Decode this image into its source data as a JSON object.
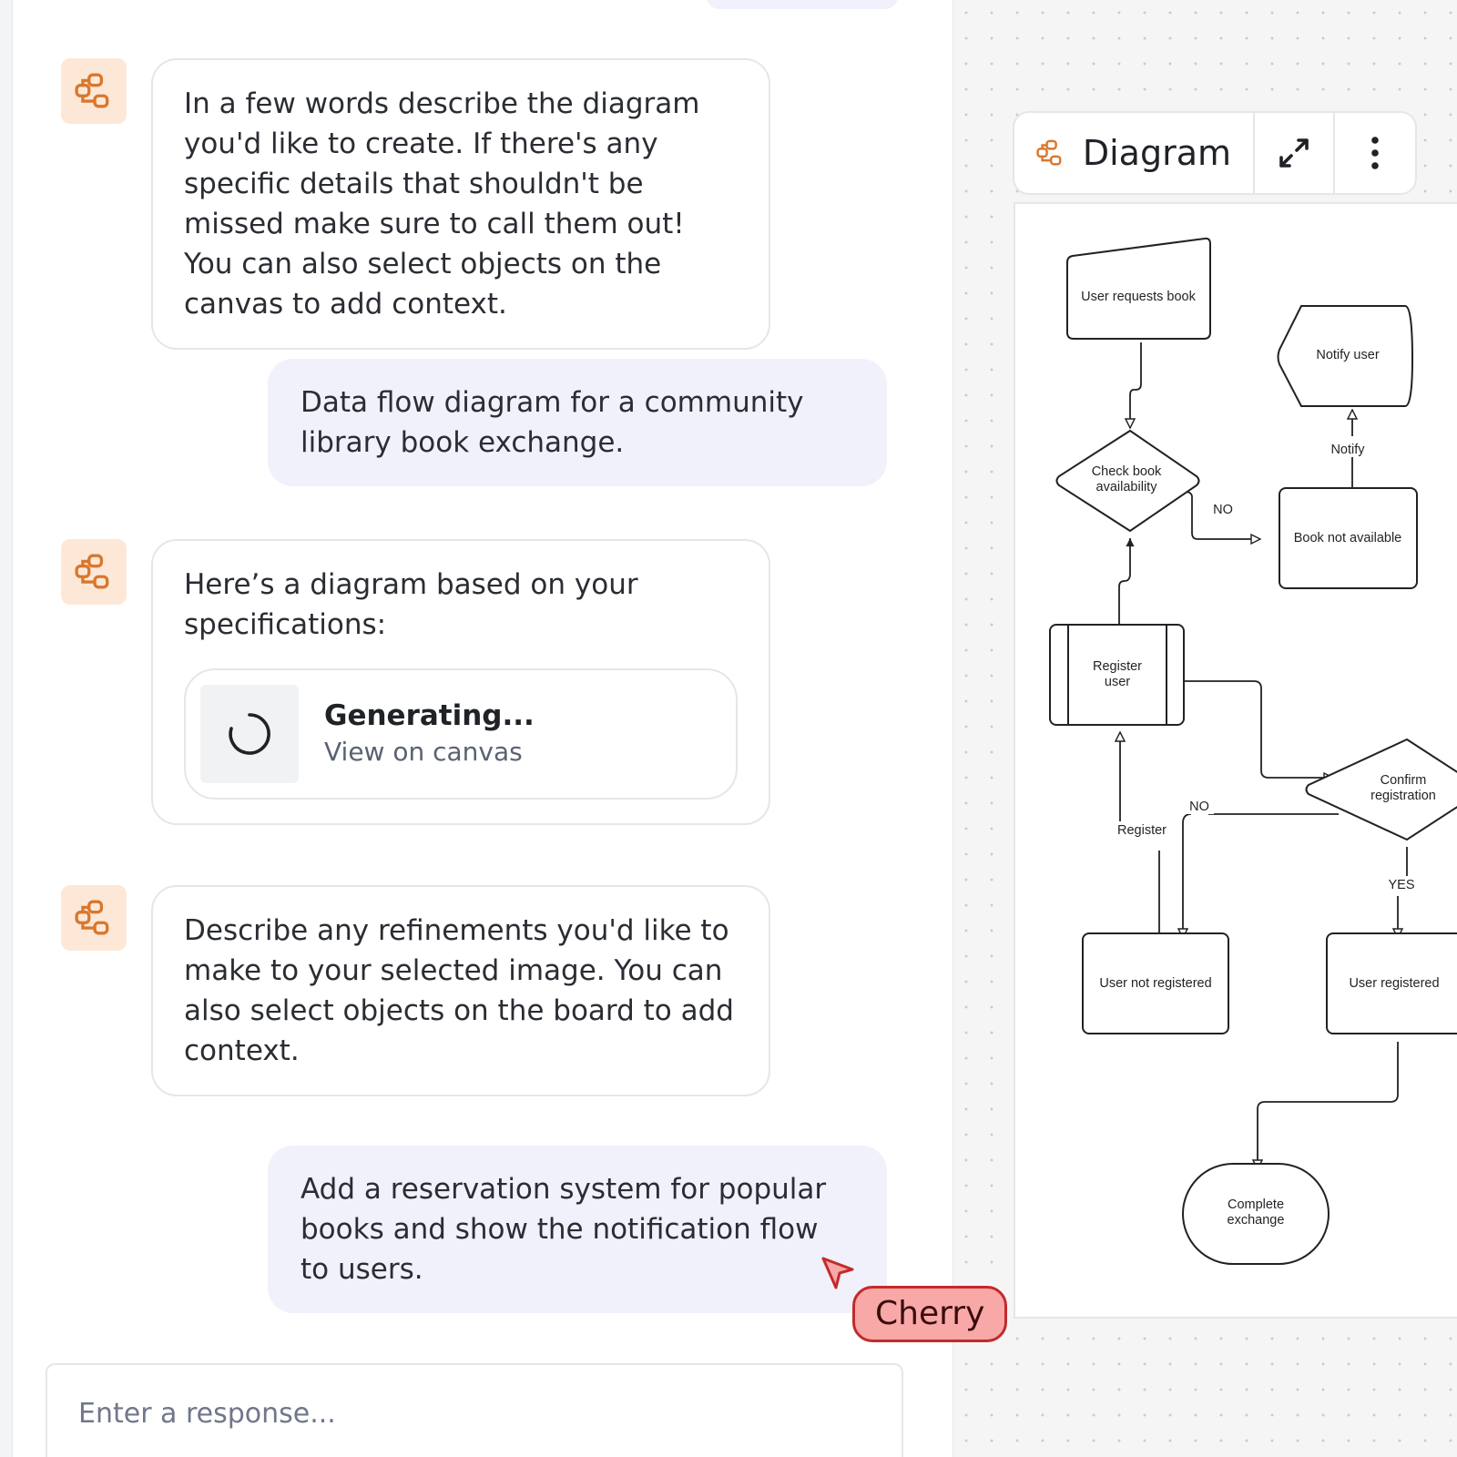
{
  "chat": {
    "messages": [
      {
        "role": "assistant",
        "text": "In a few words describe the diagram you'd like to create. If there's any specific details that shouldn't be missed make sure to call them out! You can also select objects on the canvas to add context."
      },
      {
        "role": "user",
        "text": "Data flow diagram for a community library book exchange."
      },
      {
        "role": "assistant",
        "text": "Here’s a diagram based on your specifications:",
        "card": {
          "title": "Generating...",
          "link": "View on canvas"
        }
      },
      {
        "role": "assistant",
        "text": "Describe any refinements you'd like to make to your selected image. You can also select objects on the board to add context."
      },
      {
        "role": "user",
        "text": "Add a reservation system for popular books and show the notification flow to users."
      }
    ],
    "input": {
      "placeholder": "Enter a response..."
    }
  },
  "canvas": {
    "toolbar": {
      "title": "Diagram",
      "icon": "diagram-icon",
      "expand_icon": "expand-icon",
      "more_icon": "more-vertical-icon"
    },
    "diagram": {
      "nodes": {
        "user_requests_book": "User requests book",
        "notify_user": "Notify user",
        "check_availability_1": "Check book",
        "check_availability_2": "availability",
        "book_not_available": "Book not available",
        "register_user_1": "Register",
        "register_user_2": "user",
        "confirm_registration_1": "Confirm",
        "confirm_registration_2": "registration",
        "user_not_registered": "User not registered",
        "user_registered": "User registered",
        "complete_exchange_1": "Complete",
        "complete_exchange_2": "exchange"
      },
      "edge_labels": {
        "no_1": "NO",
        "notify": "Notify",
        "no_2": "NO",
        "register": "Register",
        "yes": "YES"
      }
    },
    "cursor": {
      "label": "Cherry",
      "color": "#f9a8a8"
    }
  },
  "colors": {
    "accent": "#d9772f",
    "avatar_bg": "#fde8d7",
    "user_bubble": "#f0f1fb"
  }
}
